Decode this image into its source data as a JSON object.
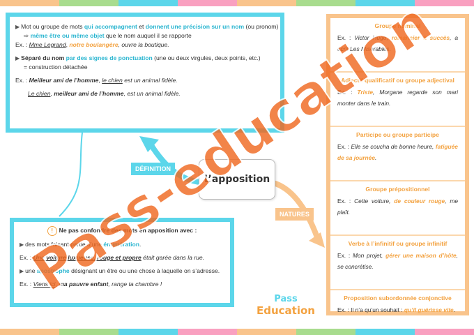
{
  "colors": {
    "cyan": "#5cd6ea",
    "orange": "#f9c48c",
    "accent_orange": "#f3a240",
    "watermark": "#f06a22"
  },
  "stripes": [
    "#f9c48c",
    "#a8dc8e",
    "#5cd6ea",
    "#f9a0c0",
    "#f9c48c",
    "#a8dc8e",
    "#5cd6ea",
    "#f9a0c0"
  ],
  "center": {
    "title": "L’apposition"
  },
  "tags": {
    "definition": "DÉFINITION",
    "natures": "NATURES"
  },
  "definition": {
    "l1_a": "Mot ou groupe de mots ",
    "l1_b": "qui accompagnent",
    "l1_c": " et ",
    "l1_d": "donnent une précision sur un nom",
    "l1_e": " (ou pronom)",
    "l2_arrow": "⇨",
    "l2_a": "même être ou même objet",
    "l2_b": " que le nom auquel il se rapporte",
    "l3_a": "Ex. : ",
    "l3_b": "Mme Legrand",
    "l3_c": ", ",
    "l3_d": "notre boulangère",
    "l3_e": ", ouvre la boutique.",
    "l4_a": "Séparé du nom ",
    "l4_b": "par des signes de ponctuation",
    "l4_c": " (une ou deux virgules, deux points, etc.)",
    "l5": "= construction détachée",
    "l6_a": "Ex. : ",
    "l6_b": "Meilleur ami de l’homme",
    "l6_c": ", ",
    "l6_d": "le chien",
    "l6_e": " est un animal fidèle.",
    "l7_a": "Le chien",
    "l7_b": ", ",
    "l7_c": "meilleur ami de l’homme",
    "l7_d": ", est un animal fidèle."
  },
  "warning": {
    "title": "Ne pas confondre des mots en apposition avec :",
    "l1_a": "des mots faisant partie d’une ",
    "l1_b": "énumération",
    "l1_c": ".",
    "l2_a": "Ex. : ",
    "l2_b": "Une voiture luxueuse, rouge et propre",
    "l2_c": " était garée dans la rue.",
    "l3_a": "une ",
    "l3_b": "apostrophe",
    "l3_c": " désignant un être ou une chose à laquelle on s’adresse.",
    "l4_a": "Ex. : ",
    "l4_b": "Viens ici",
    "l4_c": ", ",
    "l4_d": "ma pauvre enfant",
    "l4_e": ", range ta chambre !"
  },
  "natures": [
    {
      "title": "Groupe nominal",
      "text_a": "Ex. : ",
      "text_b": "Victor Hugo, ",
      "text_c": "romancier à succès",
      "text_d": ", a écrit Les Misérables."
    },
    {
      "title": "Adjectif qualificatif ou groupe adjectival",
      "text_a": "Ex. : ",
      "text_b": "",
      "text_c": "Triste",
      "text_d": ", Morgane regarde son mari monter dans le train."
    },
    {
      "title": "Participe ou groupe participe",
      "text_a": "Ex. : ",
      "text_b": "Elle se coucha de bonne heure, ",
      "text_c": "fatiguée de sa journée",
      "text_d": "."
    },
    {
      "title": "Groupe prépositionnel",
      "text_a": "Ex. : ",
      "text_b": "Cette voiture, ",
      "text_c": "de couleur rouge",
      "text_d": ", me plaît."
    },
    {
      "title": "Verbe à l’infinitif ou groupe infinitif",
      "text_a": "Ex. : ",
      "text_b": "Mon projet, ",
      "text_c": "gérer une maison d’hôte",
      "text_d": ", se concrétise."
    },
    {
      "title": "Proposition subordonnée conjonctive",
      "text_a": "Ex. : ",
      "text_b": "Il n’a qu’un souhait : ",
      "text_c": "qu’il guérisse vite",
      "text_d": "."
    }
  ],
  "logo": {
    "line1": "Pass",
    "line2": "Education"
  },
  "watermark": {
    "text": "Pass-education"
  }
}
